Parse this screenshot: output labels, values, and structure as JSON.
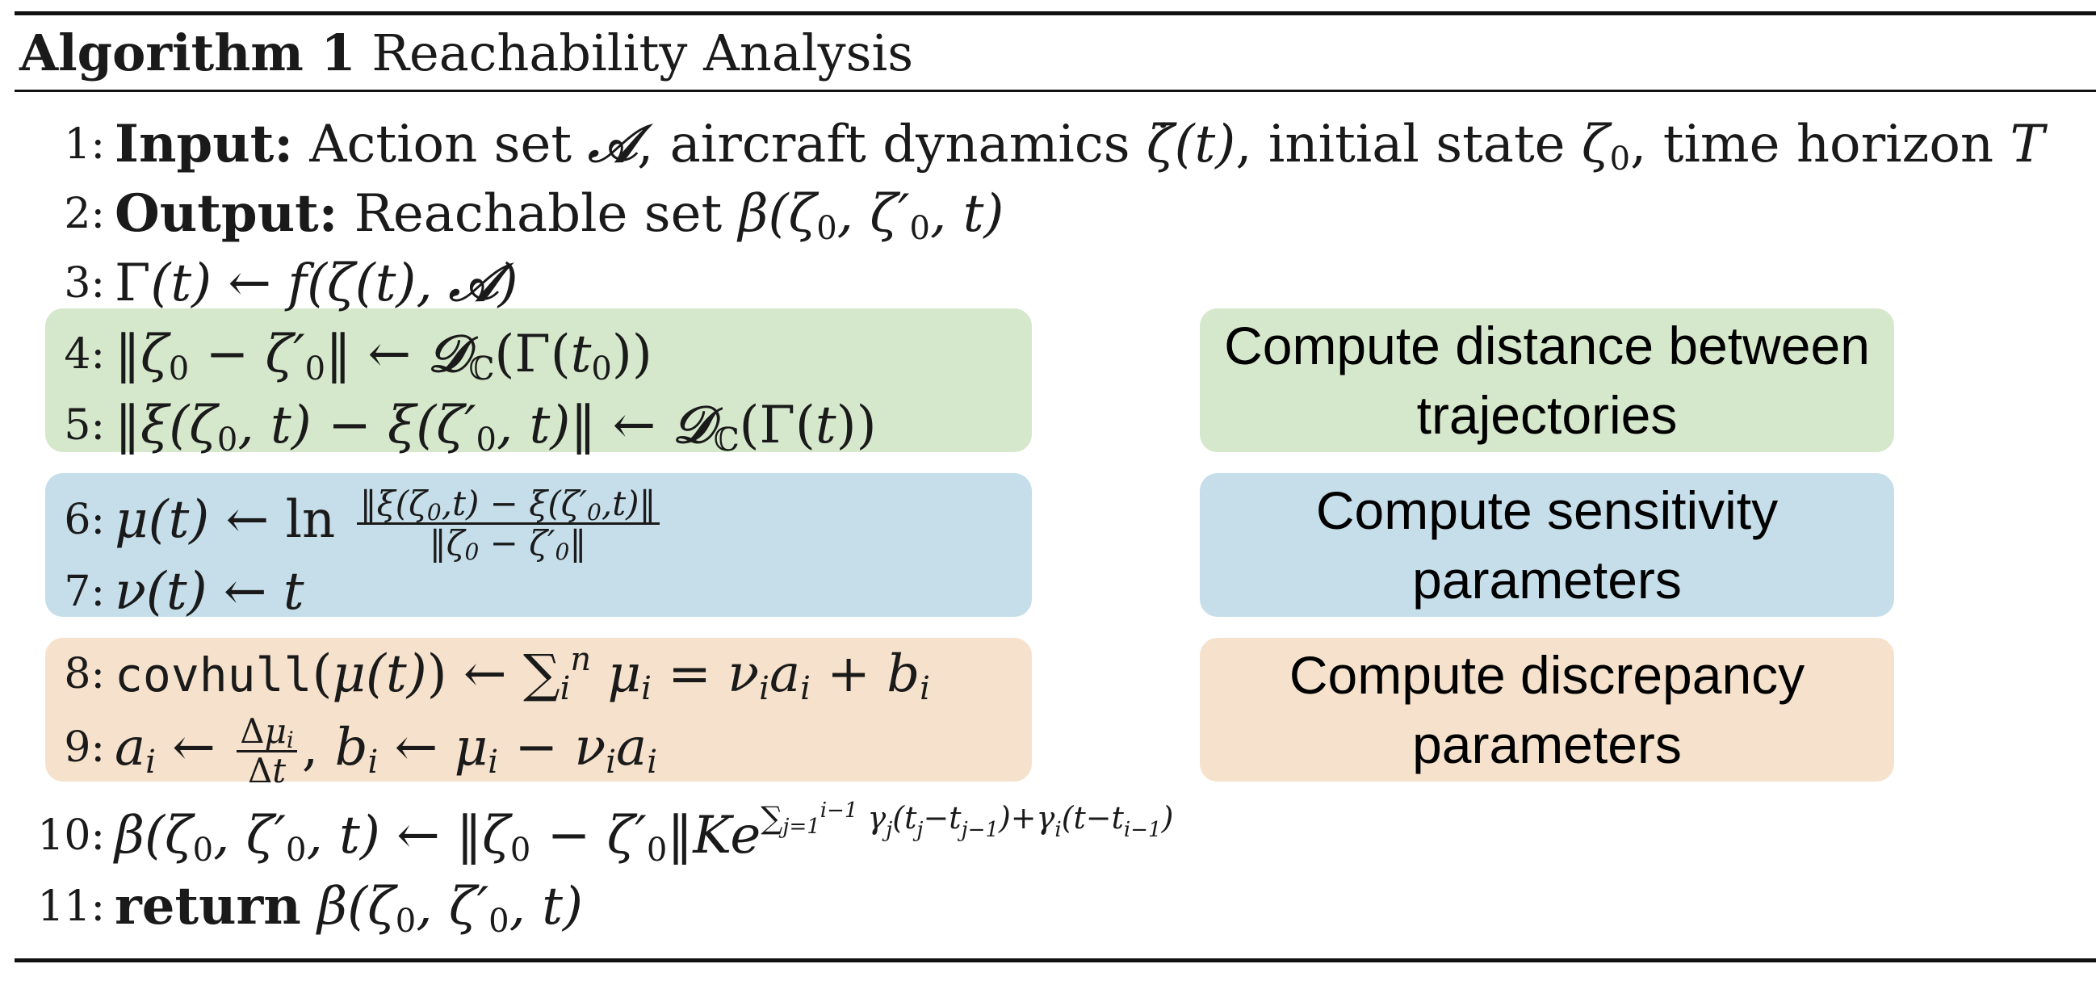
{
  "title": {
    "label": "Algorithm 1",
    "name": "Reachability Analysis"
  },
  "lines": [
    {
      "num": "1:"
    },
    {
      "num": "2:"
    },
    {
      "num": "3:"
    },
    {
      "num": "4:"
    },
    {
      "num": "5:"
    },
    {
      "num": "6:"
    },
    {
      "num": "7:"
    },
    {
      "num": "8:"
    },
    {
      "num": "9:"
    },
    {
      "num": "10:"
    },
    {
      "num": "11:"
    }
  ],
  "keywords": {
    "input": "Input:",
    "output": "Output:",
    "covhull": "covhull",
    "return": "return"
  },
  "line1_text": "Action set 𝒜, aircraft dynamics ζ̇(t), initial state ζ",
  "line1_tail": ", time horizon T",
  "line2_text": "Reachable set β(ζ",
  "notes": {
    "distance": "Compute distance between trajectories",
    "sensitivity": "Compute sensitivity parameters",
    "discrepancy": "Compute discrepancy parameters"
  },
  "colors": {
    "green": "#d5e8cc",
    "blue": "#c5deea",
    "orange": "#f6e2cc"
  }
}
